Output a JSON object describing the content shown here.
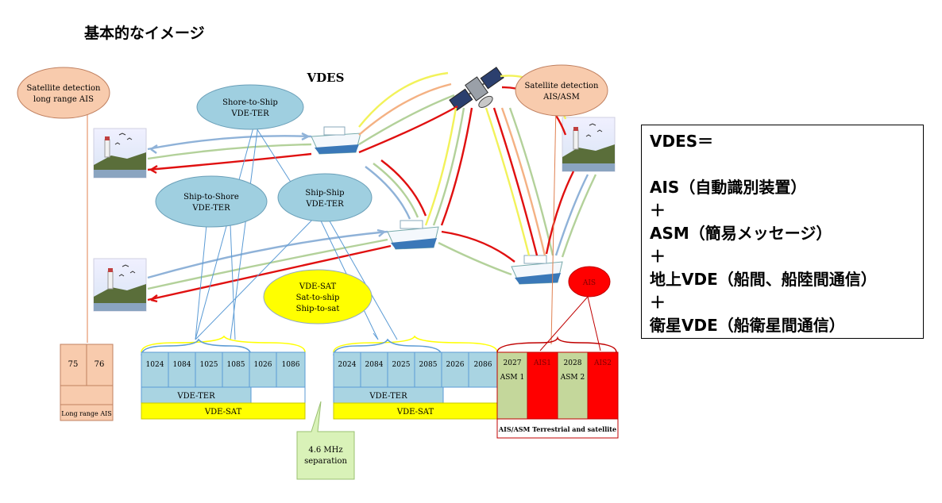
{
  "page_title": "基本的なイメージ",
  "diagram": {
    "title": "VDES",
    "ellipses": {
      "sat_detect_lr": [
        "Satellite detection",
        "long range AIS"
      ],
      "sat_detect_ais": [
        "Satellite detection",
        "AIS/ASM"
      ],
      "shore_to_ship": [
        "Shore-to-Ship",
        "VDE-TER"
      ],
      "ship_to_shore": [
        "Ship-to-Shore",
        "VDE-TER"
      ],
      "ship_ship": [
        "Ship-Ship",
        "VDE-TER"
      ],
      "vde_sat": [
        "VDE-SAT",
        "Sat-to-ship",
        "Ship-to-sat"
      ],
      "ais": "AIS"
    },
    "long_range": {
      "channels": [
        "75",
        "76"
      ],
      "label": "Long range AIS"
    },
    "block1": {
      "channels": [
        "1024",
        "1084",
        "1025",
        "1085",
        "1026",
        "1086"
      ],
      "ter_label": "VDE-TER",
      "sat_label": "VDE-SAT"
    },
    "block2": {
      "channels": [
        "2024",
        "2084",
        "2025",
        "2085",
        "2026",
        "2086"
      ],
      "ter_label": "VDE-TER",
      "sat_label": "VDE-SAT"
    },
    "asm_ais": {
      "cells": [
        {
          "top": "2027",
          "bottom": "ASM 1",
          "color": "#c4d79b",
          "text_color": "#000000"
        },
        {
          "top": "AIS1",
          "bottom": "",
          "color": "#ff0000",
          "text_color": "#7f0000"
        },
        {
          "top": "2028",
          "bottom": "ASM 2",
          "color": "#c4d79b",
          "text_color": "#000000"
        },
        {
          "top": "AIS2",
          "bottom": "",
          "color": "#ff0000",
          "text_color": "#7f0000"
        }
      ],
      "label": "AIS/ASM Terrestrial and satellite"
    },
    "separation": [
      "4.6 MHz",
      "separation"
    ]
  },
  "vdes_definition": {
    "lines": [
      "VDES＝",
      "",
      "AIS（自動識別装置）",
      "＋",
      "ASM（簡易メッセージ）",
      "＋",
      "地上VDE（船間、船陸間通信）",
      "＋",
      "衛星VDE（船衛星間通信）"
    ]
  },
  "colors": {
    "ellipse_blue": "#9fcfe0",
    "ellipse_orange": "#f8cbad",
    "yellow": "#ffff00",
    "ter_blue": "#a9d4e2",
    "red": "#ff0000",
    "green": "#c4d79b",
    "arrow_red": "#e01010",
    "arrow_yellow": "#f2f25a",
    "arrow_blue": "#8fb2d8",
    "arrow_green": "#b3d19a",
    "arrow_orange": "#f4b183"
  }
}
